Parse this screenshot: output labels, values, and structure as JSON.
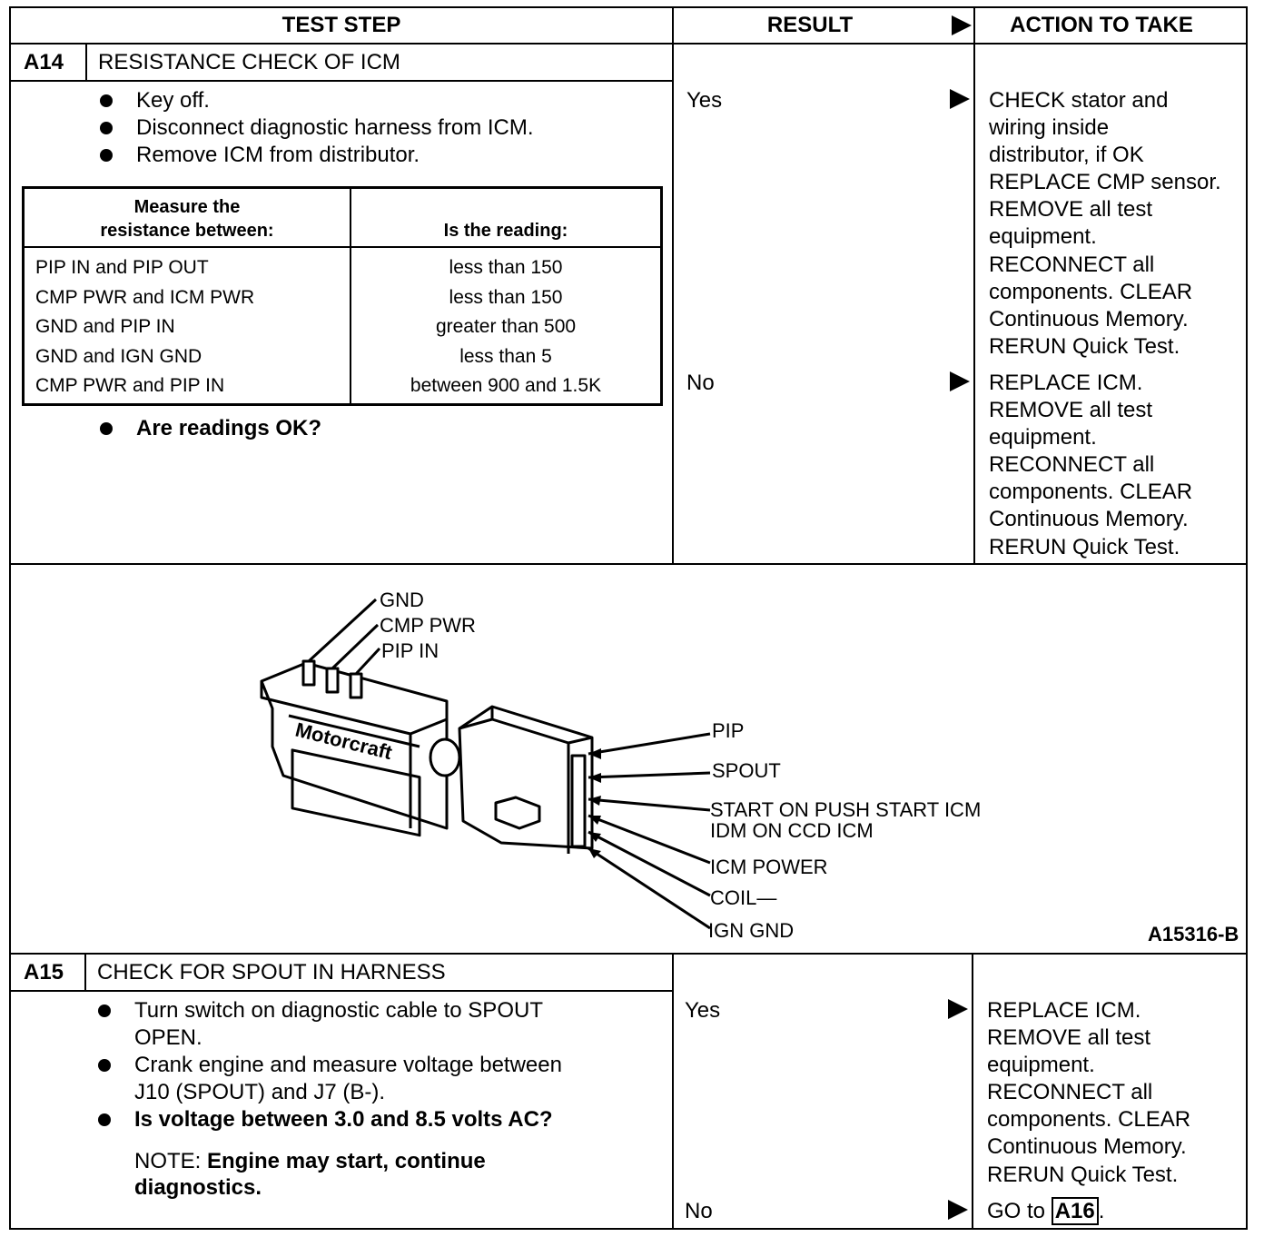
{
  "header": {
    "test_step": "TEST STEP",
    "result": "RESULT",
    "action": "ACTION TO TAKE"
  },
  "a14": {
    "id": "A14",
    "title": "RESISTANCE CHECK OF ICM",
    "bullets": [
      "Key off.",
      "Disconnect diagnostic harness from ICM.",
      "Remove ICM from distributor."
    ],
    "table": {
      "col1_header": "Measure the resistance between:",
      "col1_header_line1": "Measure the",
      "col1_header_line2": "resistance between:",
      "col2_header": "Is the reading:",
      "rows": [
        {
          "between": "PIP IN and PIP OUT",
          "reading": "less than 150"
        },
        {
          "between": "CMP PWR and ICM PWR",
          "reading": "less than 150"
        },
        {
          "between": "GND and PIP IN",
          "reading": "greater than 500"
        },
        {
          "between": "GND and IGN GND",
          "reading": "less than 5"
        },
        {
          "between": "CMP PWR and PIP IN",
          "reading": "between 900 and 1.5K"
        }
      ]
    },
    "question": "Are readings OK?",
    "yes_label": "Yes",
    "no_label": "No",
    "yes_action": [
      "CHECK stator and",
      "wiring inside",
      "distributor, if OK",
      "REPLACE CMP sensor.",
      "REMOVE all test",
      "equipment.",
      "RECONNECT all",
      "components. CLEAR",
      "Continuous Memory.",
      "RERUN Quick Test."
    ],
    "no_action": [
      "REPLACE ICM.",
      "REMOVE all test",
      "equipment.",
      "RECONNECT all",
      "components. CLEAR",
      "Continuous Memory.",
      "RERUN Quick Test."
    ]
  },
  "diagram": {
    "brand": "Motorcraft",
    "top_labels": [
      "GND",
      "CMP PWR",
      "PIP IN"
    ],
    "side_labels": [
      "PIP",
      "SPOUT",
      "START ON PUSH START ICM",
      "IDM ON CCD ICM",
      "ICM POWER",
      "COIL—",
      "IGN GND"
    ],
    "figure_id": "A15316-B"
  },
  "a15": {
    "id": "A15",
    "title": "CHECK FOR SPOUT IN HARNESS",
    "bullet1_line1": "Turn switch on diagnostic cable to SPOUT",
    "bullet1_line2": "OPEN.",
    "bullet2_line1": "Crank engine and measure voltage between",
    "bullet2_line2": "J10 (SPOUT) and J7 (B-).",
    "bullet3": "Is voltage between 3.0 and 8.5 volts AC?",
    "note_prefix": "NOTE: ",
    "note_line1": "Engine may start, continue",
    "note_line2": "diagnostics.",
    "yes_label": "Yes",
    "no_label": "No",
    "yes_action": [
      "REPLACE ICM.",
      "REMOVE all test",
      "equipment.",
      "RECONNECT all",
      "components. CLEAR",
      "Continuous Memory.",
      "RERUN Quick Test."
    ],
    "no_action_prefix": "GO to ",
    "no_action_ref": "A16",
    "no_action_suffix": "."
  }
}
